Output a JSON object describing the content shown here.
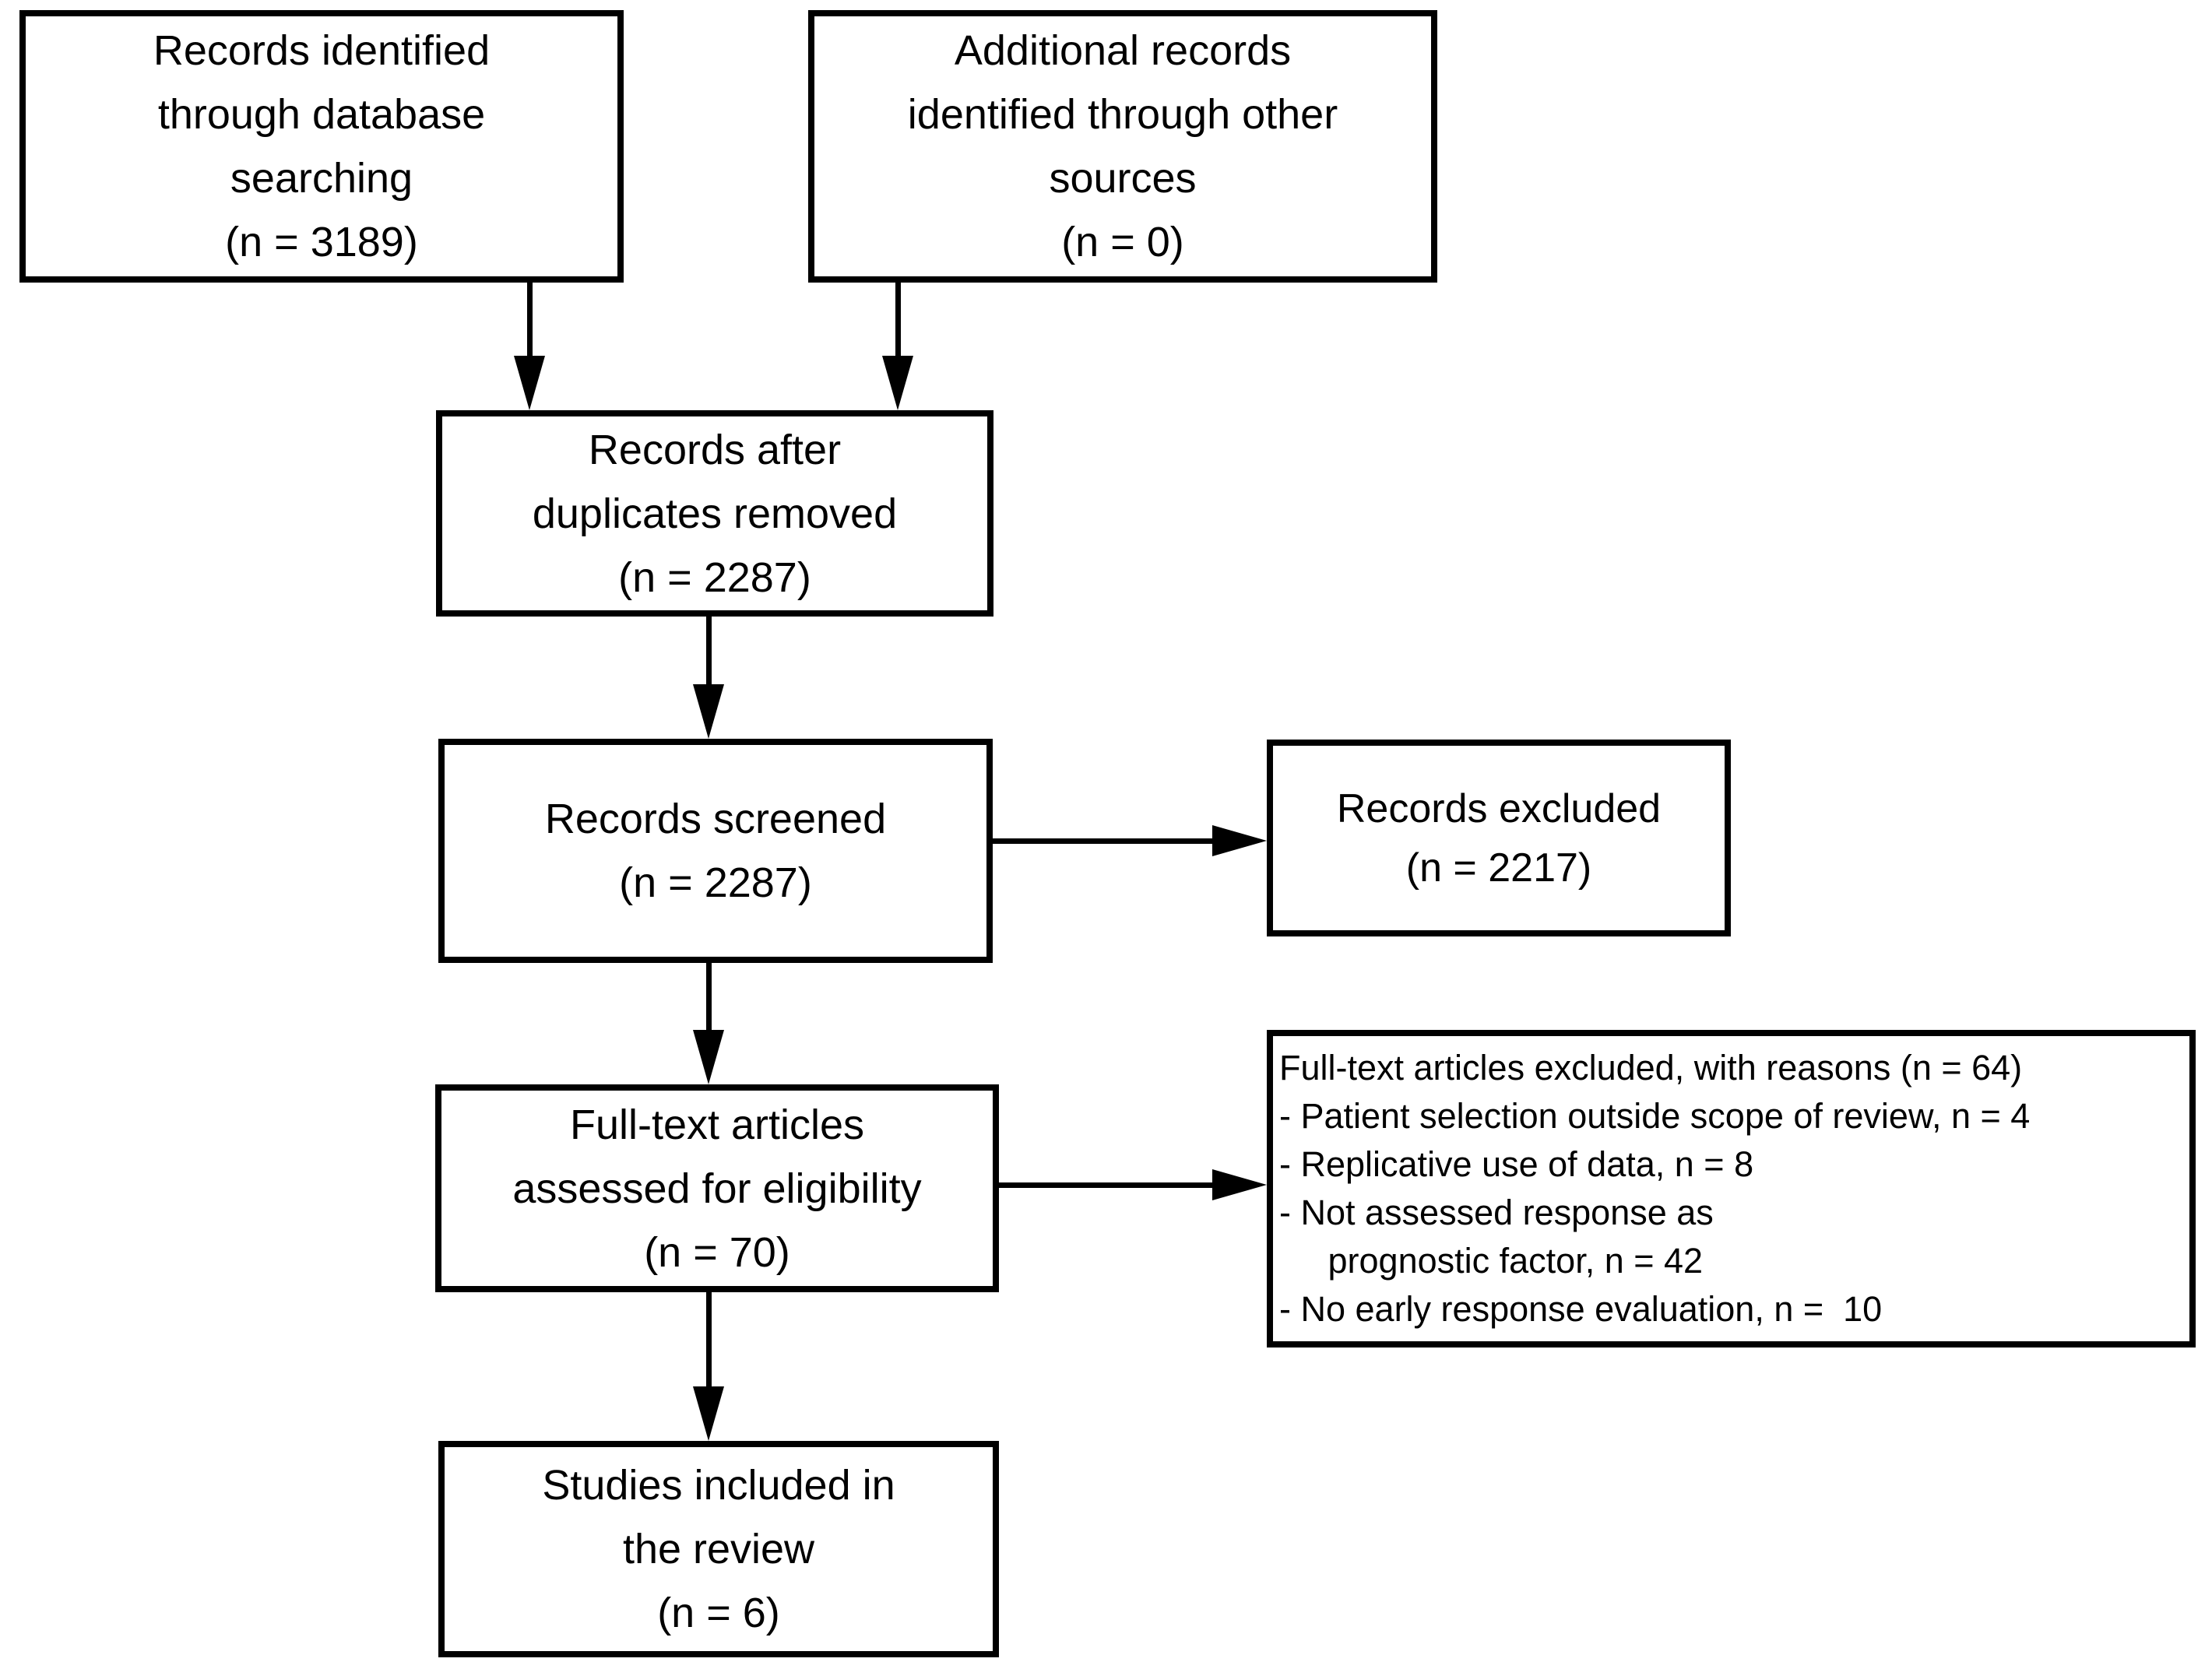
{
  "palette": {
    "ink": "#000000",
    "background": "#ffffff"
  },
  "diagram_type": "PRISMA flow diagram",
  "boxes": {
    "records_identified": {
      "lines": [
        "Records identified",
        "through database",
        "searching",
        "(n = 3189)"
      ]
    },
    "additional_records": {
      "lines": [
        "Additional records",
        "identified through other",
        "sources",
        "(n = 0)"
      ]
    },
    "after_duplicates": {
      "lines": [
        "Records after",
        "duplicates removed",
        "(n = 2287)"
      ]
    },
    "records_screened": {
      "lines": [
        "Records screened",
        "(n = 2287)"
      ]
    },
    "records_excluded": {
      "lines": [
        "Records excluded",
        "(n = 2217)"
      ]
    },
    "fulltext_assessed": {
      "lines": [
        "Full-text articles",
        "assessed for eligibility",
        "(n = 70)"
      ]
    },
    "fulltext_excluded": {
      "lines": [
        "Full-text articles excluded, with reasons (n = 64)",
        "- Patient selection outside scope of review, n = 4",
        "- Replicative use of data, n = 8",
        "- Not assessed response as",
        "     prognostic factor, n = 42",
        "- No early response evaluation, n =  10"
      ]
    },
    "studies_included": {
      "lines": [
        "Studies included in",
        "the review",
        "(n = 6)"
      ]
    }
  }
}
